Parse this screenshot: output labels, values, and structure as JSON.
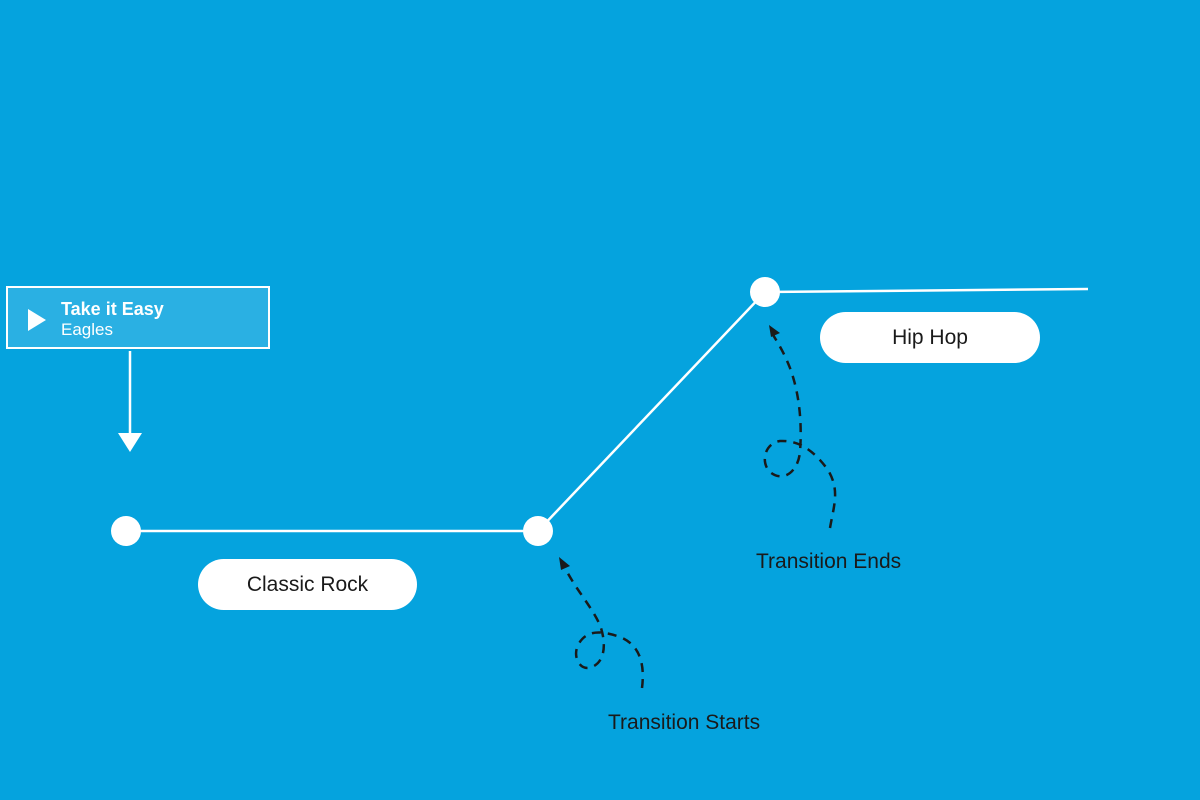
{
  "colors": {
    "background": "#05a3de",
    "line": "#ffffff",
    "pill": "#ffffff",
    "text_dark": "#1a1a1a",
    "dashed_arrow": "#1a1a1a"
  },
  "now_playing": {
    "icon": "play-icon",
    "title": "Take it Easy",
    "artist": "Eagles"
  },
  "genres": {
    "from": "Classic Rock",
    "to": "Hip Hop"
  },
  "annotations": {
    "start": "Transition Starts",
    "end": "Transition Ends"
  }
}
